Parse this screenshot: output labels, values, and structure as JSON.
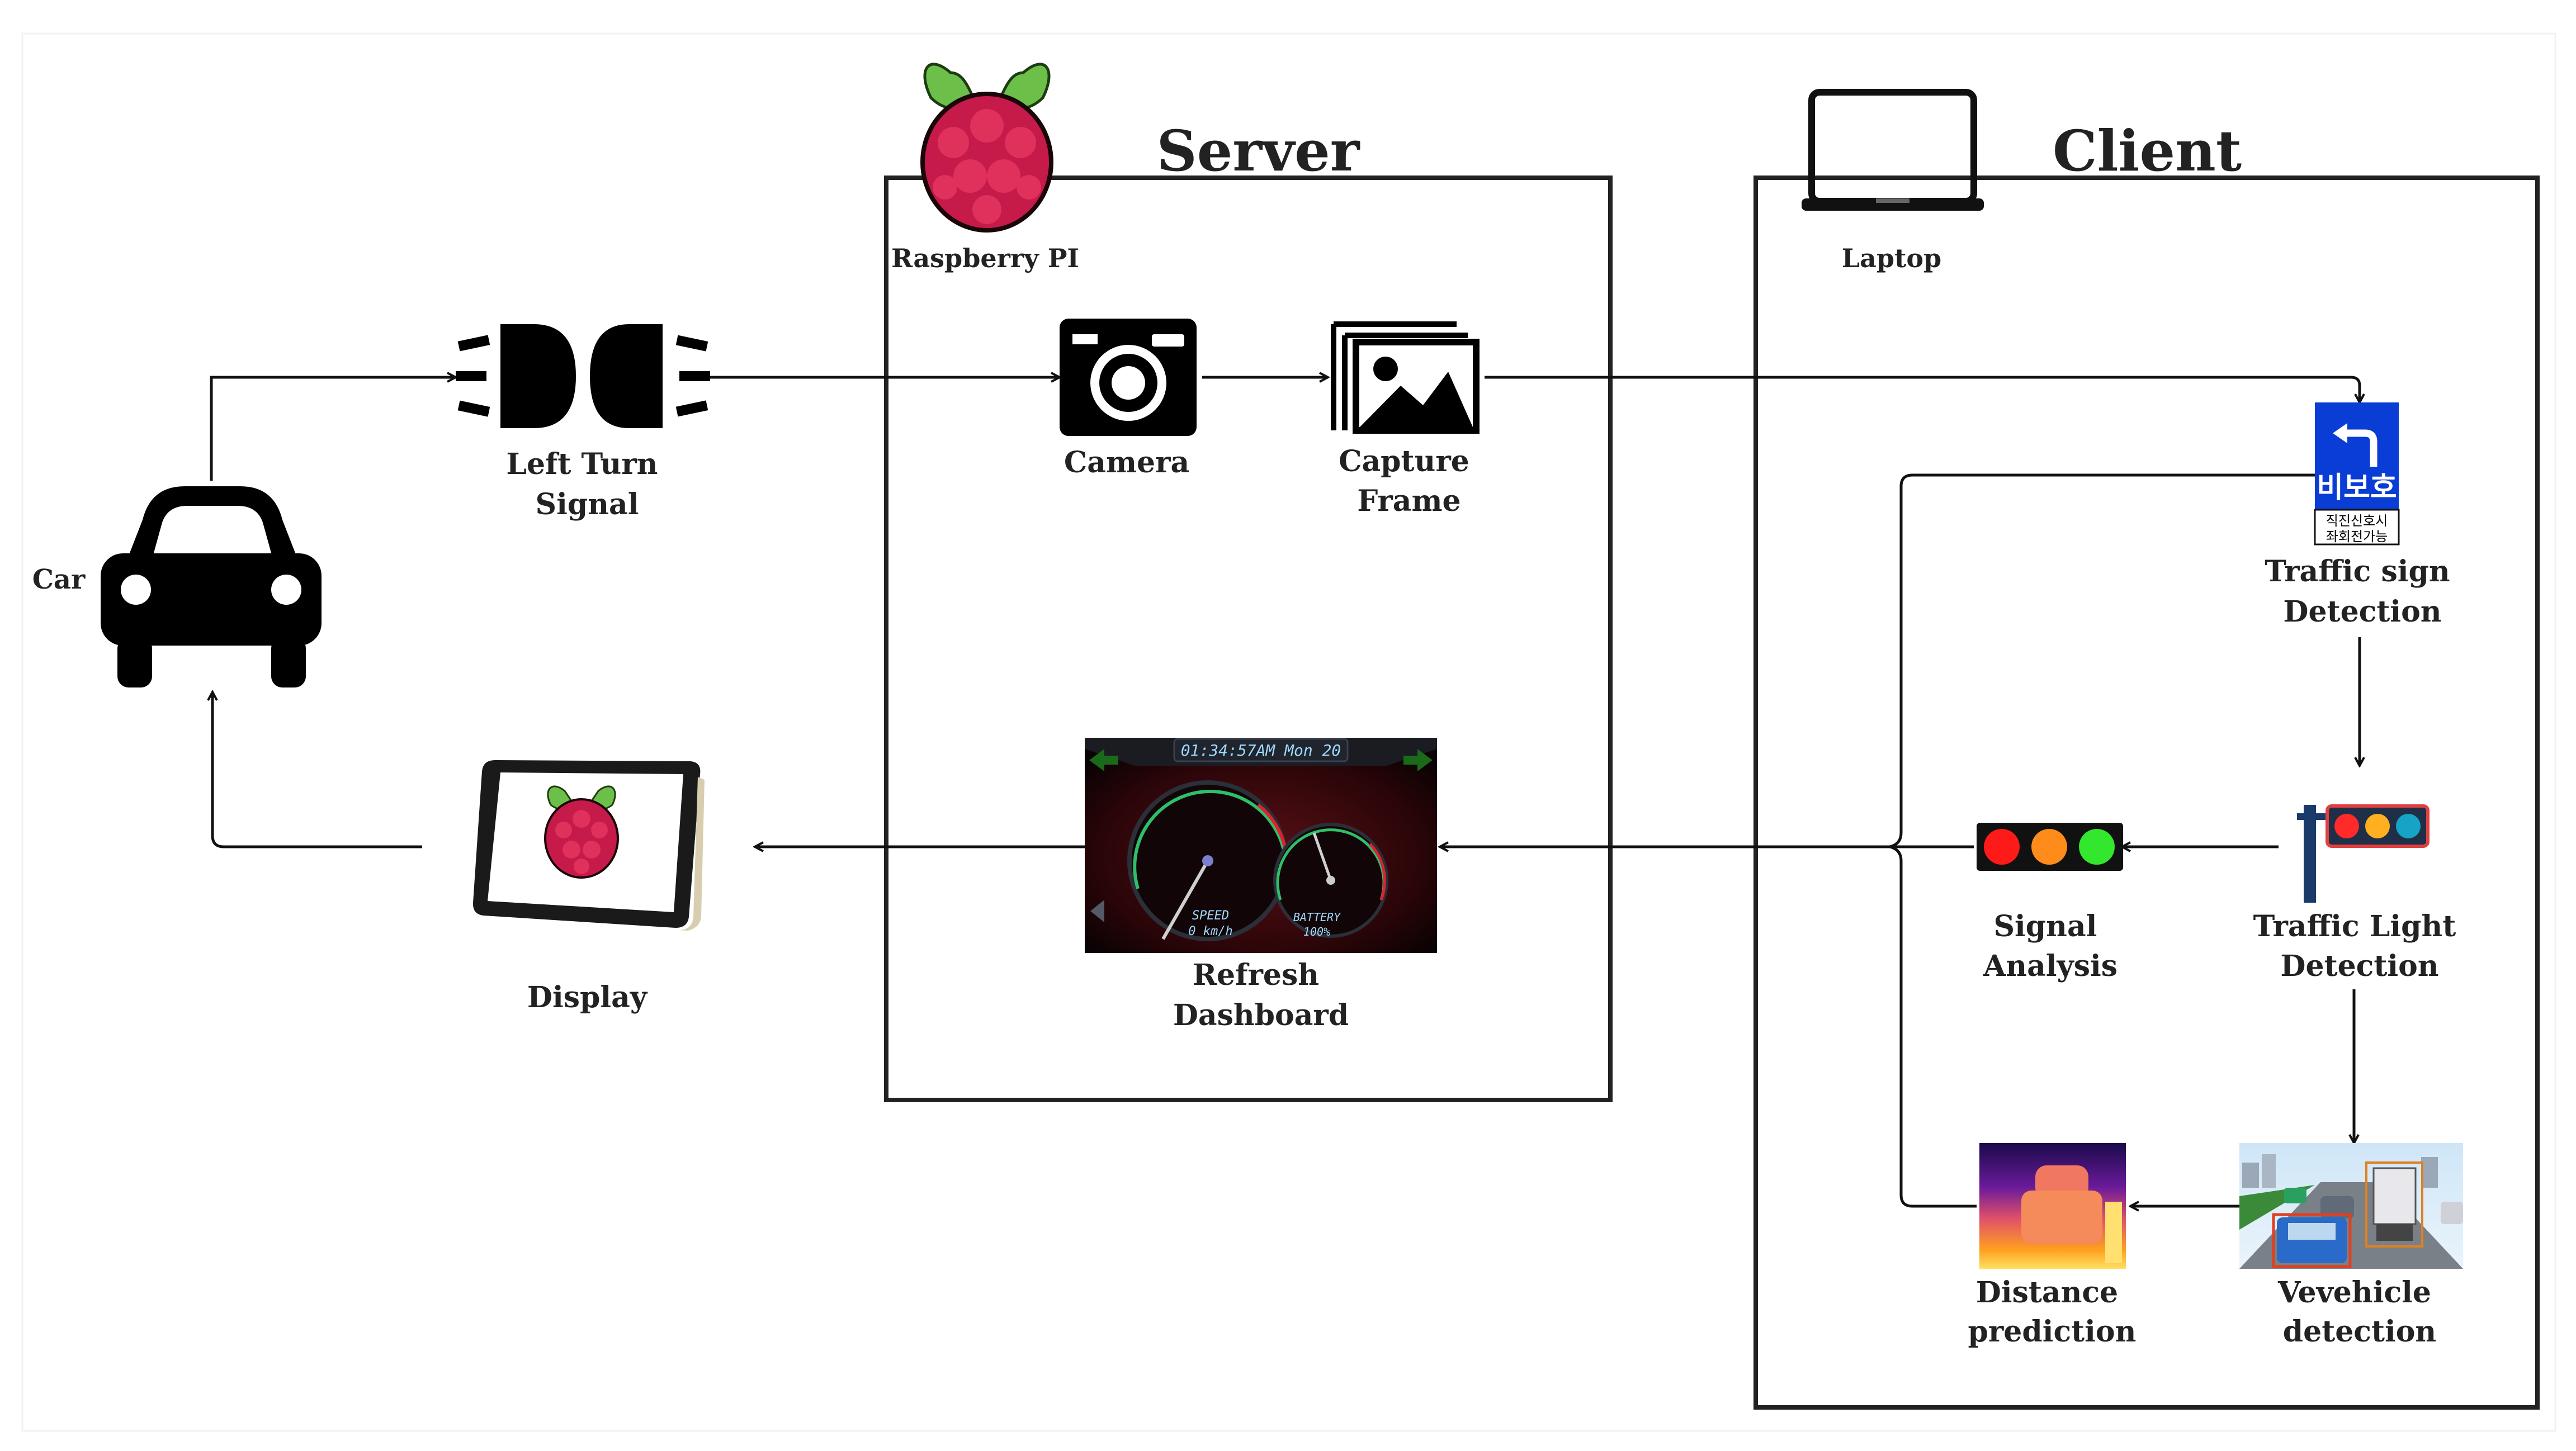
{
  "titles": {
    "server": "Server",
    "client": "Client"
  },
  "labels": {
    "raspberry_pi": "Raspberry PI",
    "laptop": "Laptop",
    "car": "Car",
    "left_turn_signal": [
      "Left Turn",
      "Signal"
    ],
    "camera": "Camera",
    "capture_frame": [
      "Capture",
      "Frame"
    ],
    "traffic_sign_detection": [
      "Traffic sign",
      "Detection"
    ],
    "traffic_light_detection": [
      "Traffic Light",
      "Detection"
    ],
    "signal_analysis": [
      "Signal",
      "Analysis"
    ],
    "refresh_dashboard": [
      "Refresh",
      "Dashboard"
    ],
    "display": "Display",
    "distance_prediction": [
      "Distance",
      "prediction"
    ],
    "vehicle_detection": [
      "Vevehicle",
      "detection"
    ]
  },
  "dashboard": {
    "clock": "01:34:57AM Mon 20",
    "speed_label": "SPEED",
    "speed_unit": "0 km/h",
    "battery_label": "BATTERY",
    "battery_value": "100%"
  },
  "traffic_sign": {
    "top_text": "비보호",
    "bottom_line1": "직진신호시",
    "bottom_line2": "좌회전가능"
  },
  "colors": {
    "line": "#111111",
    "raspberry": "#c51a4a",
    "leaf": "#6cc04a",
    "sign_blue": "#0a3cd6",
    "light_red": "#ff1a1a",
    "light_orange": "#ff8c1a",
    "light_green": "#33e62e",
    "light_blue": "#16a3c4"
  }
}
